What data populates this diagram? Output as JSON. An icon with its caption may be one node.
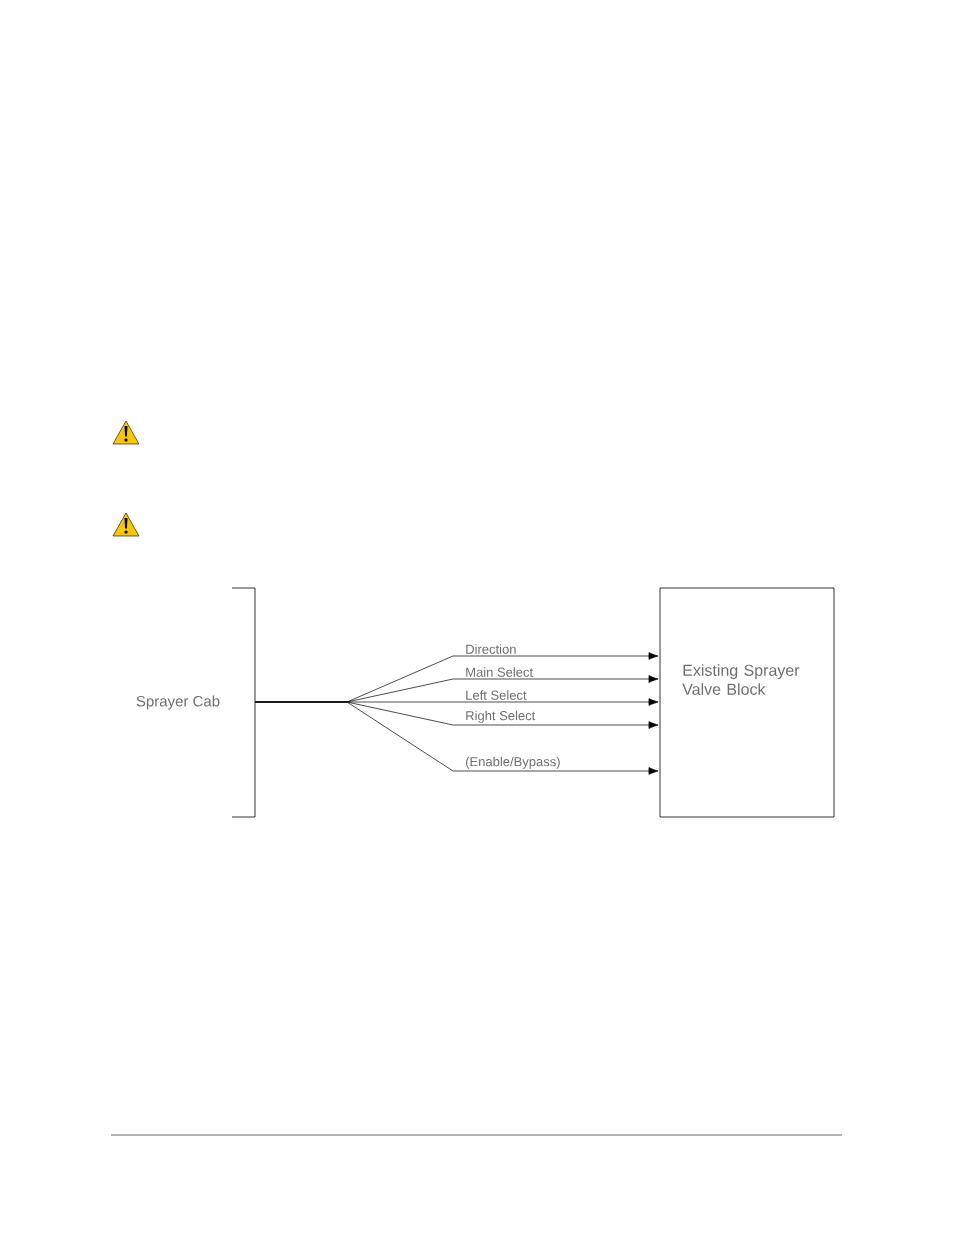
{
  "diagram": {
    "nodes": [
      {
        "text": [
          "Sprayer Cab"
        ]
      },
      {
        "text": [
          "Existing Sprayer Valve Block"
        ]
      }
    ],
    "edges": [
      {
        "from": 0,
        "to": 1,
        "arrow": "to",
        "label": "Direction"
      },
      {
        "from": 0,
        "to": 1,
        "arrow": "to",
        "label": "Main Select"
      },
      {
        "from": 0,
        "to": 1,
        "arrow": "to",
        "label": "Left Select"
      },
      {
        "from": 0,
        "to": 1,
        "arrow": "to",
        "label": "Right Select"
      },
      {
        "from": 0,
        "to": 1,
        "arrow": "to",
        "label": "(Enable/Bypass)"
      }
    ]
  }
}
